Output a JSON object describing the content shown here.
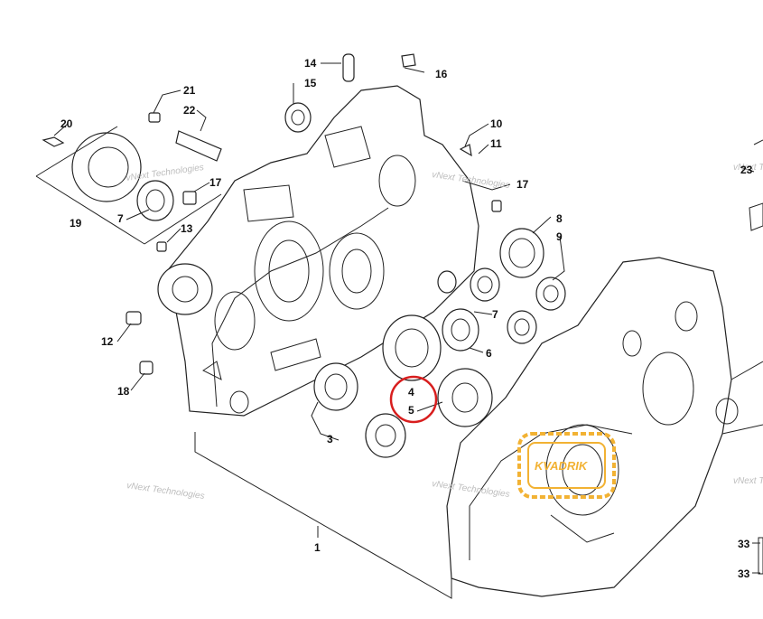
{
  "callouts": {
    "c1": "1",
    "c3": "3",
    "c4": "4",
    "c5": "5",
    "c6": "6",
    "c7a": "7",
    "c7b": "7",
    "c8": "8",
    "c9": "9",
    "c10": "10",
    "c11": "11",
    "c12": "12",
    "c13": "13",
    "c14": "14",
    "c15": "15",
    "c16": "16",
    "c17a": "17",
    "c17b": "17",
    "c18": "18",
    "c19": "19",
    "c20": "20",
    "c21": "21",
    "c22": "22",
    "c23": "23",
    "c33a": "33",
    "c33b": "33"
  },
  "watermark": {
    "text": "vNext Technologies"
  },
  "logo": {
    "text": "KVADRIK",
    "color": "#f2b233"
  },
  "highlight": {
    "color": "#d81e1e"
  }
}
